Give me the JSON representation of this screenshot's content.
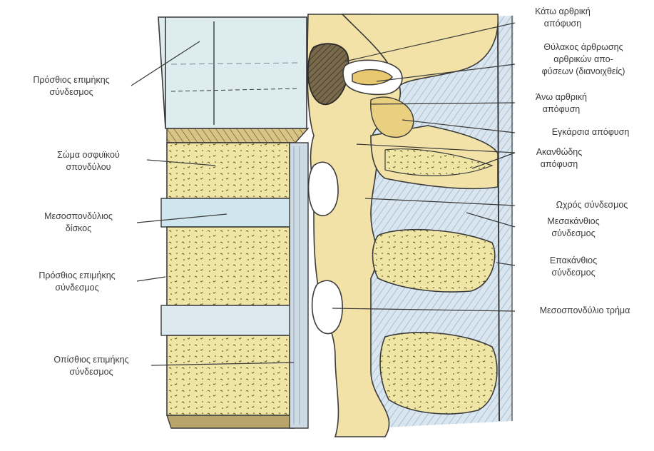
{
  "labels_left": [
    {
      "id": "anterior-longitudinal-ligament-top",
      "lines": [
        "Πρόσθιος επιμήκης",
        "σύνδεσμος"
      ]
    },
    {
      "id": "lumbar-vertebral-body",
      "lines": [
        "Σώμα οσφυϊκού",
        "σπονδύλου"
      ]
    },
    {
      "id": "intervertebral-disc",
      "lines": [
        "Μεσοσπονδύλιος",
        "δίσκος"
      ]
    },
    {
      "id": "anterior-longitudinal-ligament-bottom",
      "lines": [
        "Πρόσθιος επιμήκης",
        "σύνδεσμος"
      ]
    },
    {
      "id": "posterior-longitudinal-ligament",
      "lines": [
        "Οπίσθιος επιμήκης",
        "σύνδεσμος"
      ]
    }
  ],
  "labels_right": [
    {
      "id": "inferior-articular-process",
      "lines": [
        "Κάτω αρθρική",
        "απόφυση"
      ]
    },
    {
      "id": "facet-joint-capsule",
      "lines": [
        "Θύλακος άρθρωσης",
        "αρθρικών απο-",
        "φύσεων (διανοιχθείς)"
      ]
    },
    {
      "id": "superior-articular-process",
      "lines": [
        "Άνω αρθρική",
        "απόφυση"
      ]
    },
    {
      "id": "transverse-process",
      "lines": [
        "Εγκάρσια απόφυση"
      ]
    },
    {
      "id": "spinous-process",
      "lines": [
        "Ακανθώδης",
        "απόφυση"
      ]
    },
    {
      "id": "ligamentum-flavum",
      "lines": [
        "Ωχρός σύνδεσμος"
      ]
    },
    {
      "id": "interspinous-ligament",
      "lines": [
        "Μεσακάνθιος",
        "σύνδεσμος"
      ]
    },
    {
      "id": "supraspinous-ligament",
      "lines": [
        "Επακάνθιος",
        "σύνδεσμος"
      ]
    },
    {
      "id": "intervertebral-foramen",
      "lines": [
        "Μεσοσπονδύλιο τρήμα"
      ]
    }
  ],
  "colors": {
    "bone": "#f2e2a8",
    "bone_dark": "#e3c979",
    "cancellous": "#efe6a6",
    "disc": "#cfe6ee",
    "ligament_blue": "#b9d3e6",
    "outline": "#3b3b3b",
    "text": "#3a3a3a"
  }
}
